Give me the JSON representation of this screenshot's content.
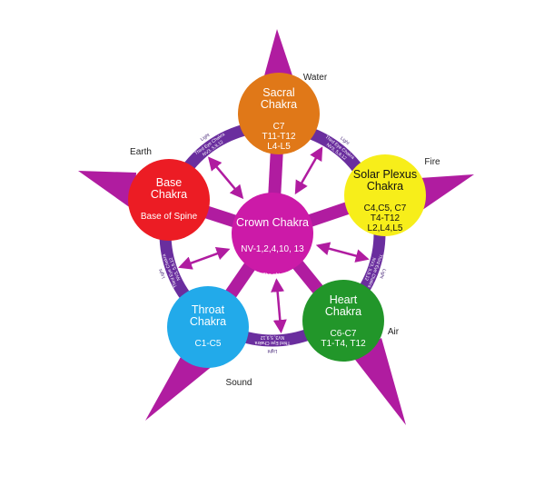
{
  "diagram": {
    "center": {
      "title": "Crown Chakra",
      "detail": "NV-1,2,4,10, 13",
      "color": "#cc1aa8"
    },
    "chakras": [
      {
        "id": "sacral",
        "title_lines": [
          "Sacral",
          "Chakra"
        ],
        "detail_lines": [
          "C7",
          "T11-T12",
          "L4-L5"
        ],
        "color": "#e07818",
        "text_dark": false,
        "element": "Water"
      },
      {
        "id": "solar-plexus",
        "title_lines": [
          "Solar Plexus",
          "Chakra"
        ],
        "detail_lines": [
          "C4,C5, C7",
          "T4-T12",
          "L2,L4,L5"
        ],
        "color": "#f7ee1a",
        "text_dark": true,
        "element": "Fire"
      },
      {
        "id": "heart",
        "title_lines": [
          "Heart",
          "Chakra"
        ],
        "detail_lines": [
          "C6-C7",
          "T1-T4, T12"
        ],
        "color": "#22962a",
        "text_dark": false,
        "element": "Air"
      },
      {
        "id": "throat",
        "title_lines": [
          "Throat",
          "Chakra"
        ],
        "detail_lines": [
          "C1-C5"
        ],
        "color": "#22aaea",
        "text_dark": false,
        "element": "Sound"
      },
      {
        "id": "base",
        "title_lines": [
          "Base",
          "Chakra"
        ],
        "detail_lines": [
          "Base of Spine"
        ],
        "color": "#ec1c24",
        "text_dark": false,
        "element": "Earth"
      }
    ],
    "ring": {
      "color": "#6a2e9e",
      "label_main": "Third Eye Chakra",
      "label_sub": "NV3, 5,9,12",
      "label_small": "Light",
      "bottom_center": "Thoughts"
    },
    "spike_color": "#b01ca0"
  }
}
